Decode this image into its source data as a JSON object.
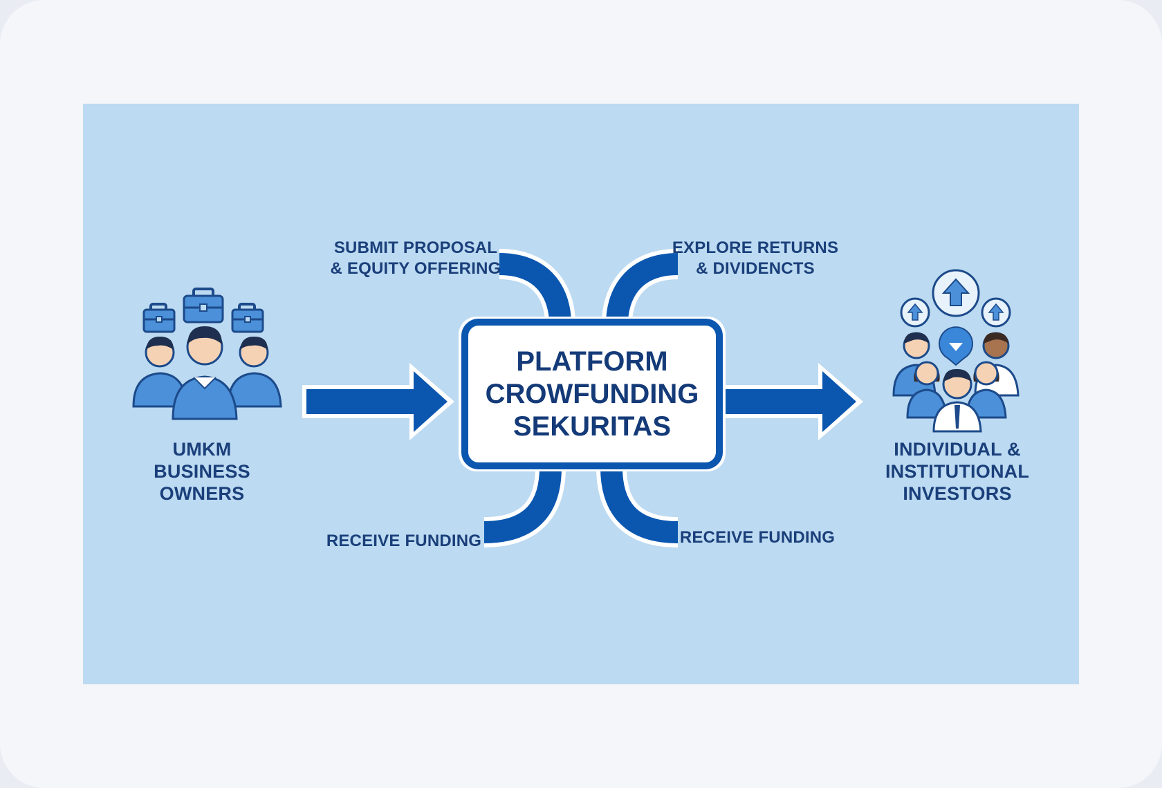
{
  "diagram": {
    "left_node": {
      "label": "UMKM\nBUSINESS\nOWNERS"
    },
    "center_node": {
      "label": "PLATFORM\nCROWFUNDING\nSEKURITAS"
    },
    "right_node": {
      "label": "INDIVIDUAL &\nINSTITUTIONAL\nINVESTORS"
    },
    "flows": {
      "top_left": "SUBMIT PROPOSAL\n& EQUITY OFFERING",
      "top_right": "EXPLORE RETURNS\n& DIVIDENCTS",
      "bottom_left": "RECEIVE FUNDING",
      "bottom_right": "RECEIVE FUNDING"
    },
    "colors": {
      "accent": "#0b57b0",
      "panel": "#bcdaf1",
      "icon_fill": "#4b90d8",
      "text": "#1a3f7a"
    },
    "icons": [
      "briefcase-icon",
      "business-owner-icon",
      "investor-icon",
      "up-arrow-icon",
      "down-arrow-icon",
      "right-arrow-icon"
    ]
  }
}
